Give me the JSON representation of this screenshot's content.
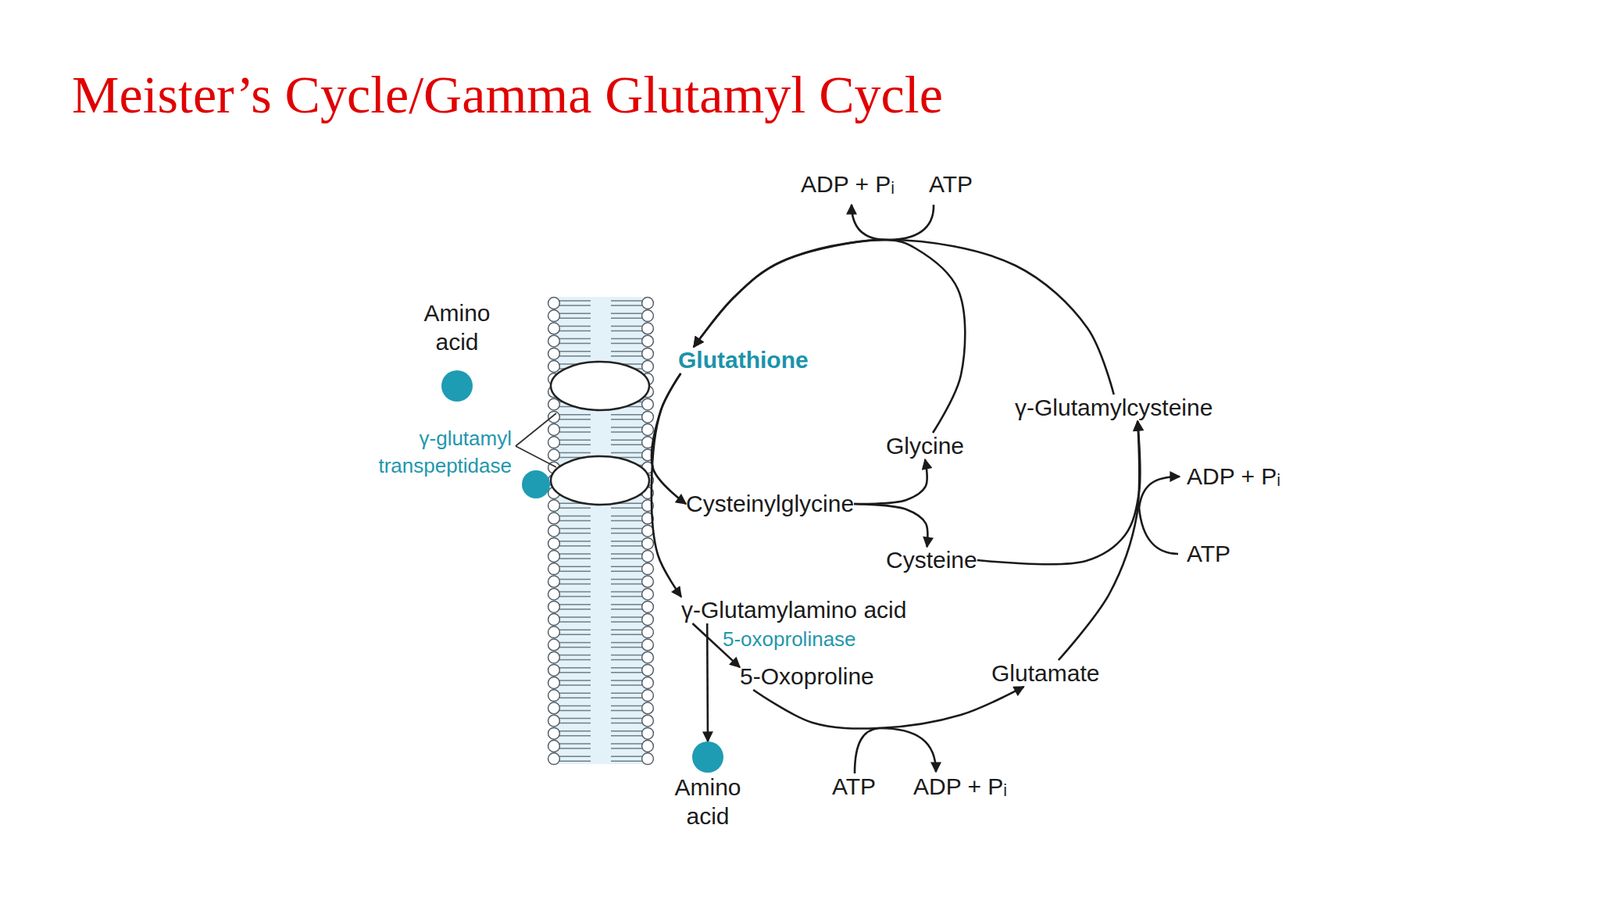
{
  "diagram": {
    "title": "Meister’s Cycle/Gamma Glutamyl Cycle",
    "nodes": [
      {
        "text": [
          "Amino acid"
        ]
      },
      {
        "text": [
          "Glutathione"
        ]
      },
      {
        "text": [
          "γ-Glutamylcysteine"
        ]
      },
      {
        "text": [
          "Glycine"
        ]
      },
      {
        "text": [
          "Cysteinylglycine"
        ]
      },
      {
        "text": [
          "Cysteine"
        ]
      },
      {
        "text": [
          "γ-Glutamylamino acid"
        ]
      },
      {
        "text": [
          "5-Oxoproline"
        ]
      },
      {
        "text": [
          "Glutamate"
        ]
      },
      {
        "text": [
          "Amino acid"
        ]
      }
    ],
    "edges": [
      {
        "from": 1,
        "to": 4,
        "arrow": "to"
      },
      {
        "from": 1,
        "to": 6,
        "arrow": "to"
      },
      {
        "from": 4,
        "to": 3,
        "arrow": "to"
      },
      {
        "from": 4,
        "to": 5,
        "arrow": "to"
      },
      {
        "from": 6,
        "to": 7,
        "label": "5-oxoprolinase",
        "arrow": "to"
      },
      {
        "from": 6,
        "to": 9,
        "arrow": "to"
      },
      {
        "from": 7,
        "to": 8,
        "arrow": "to"
      },
      {
        "from": 8,
        "to": 2,
        "arrow": "to"
      },
      {
        "from": 5,
        "to": 2,
        "arrow": "to"
      },
      {
        "from": 2,
        "to": 1,
        "arrow": "to"
      },
      {
        "from": 3,
        "to": 1,
        "arrow": "to"
      }
    ],
    "labels": [
      "ADP + Pᵢ",
      "ATP",
      "γ-glutamyl transpeptidase",
      "ADP + Pᵢ",
      "ATP",
      "ATP",
      "ADP + Pᵢ"
    ]
  }
}
